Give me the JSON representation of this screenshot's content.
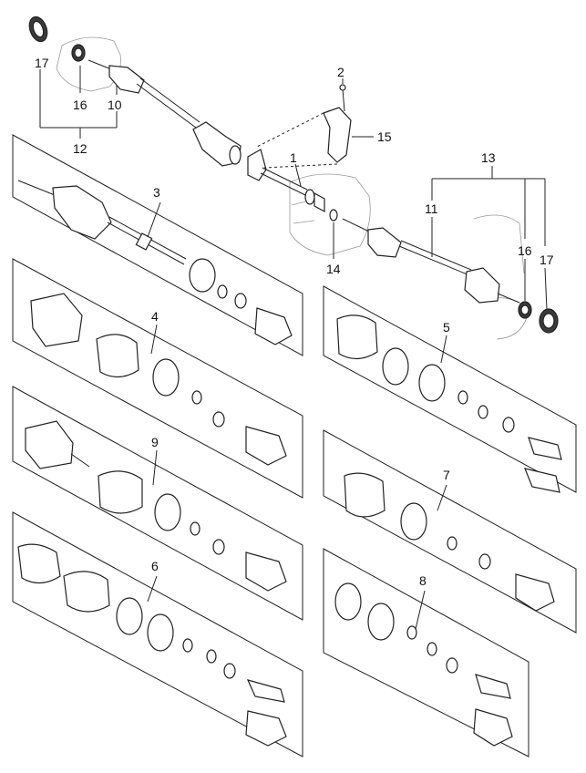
{
  "callouts": {
    "c1": "1",
    "c2": "2",
    "c3": "3",
    "c4": "4",
    "c5": "5",
    "c6": "6",
    "c7": "7",
    "c8": "8",
    "c9": "9",
    "c10": "10",
    "c11": "11",
    "c12": "12",
    "c13": "13",
    "c14": "14",
    "c15": "15",
    "c16_left": "16",
    "c16_right": "16",
    "c17_left": "17",
    "c17_right": "17"
  }
}
